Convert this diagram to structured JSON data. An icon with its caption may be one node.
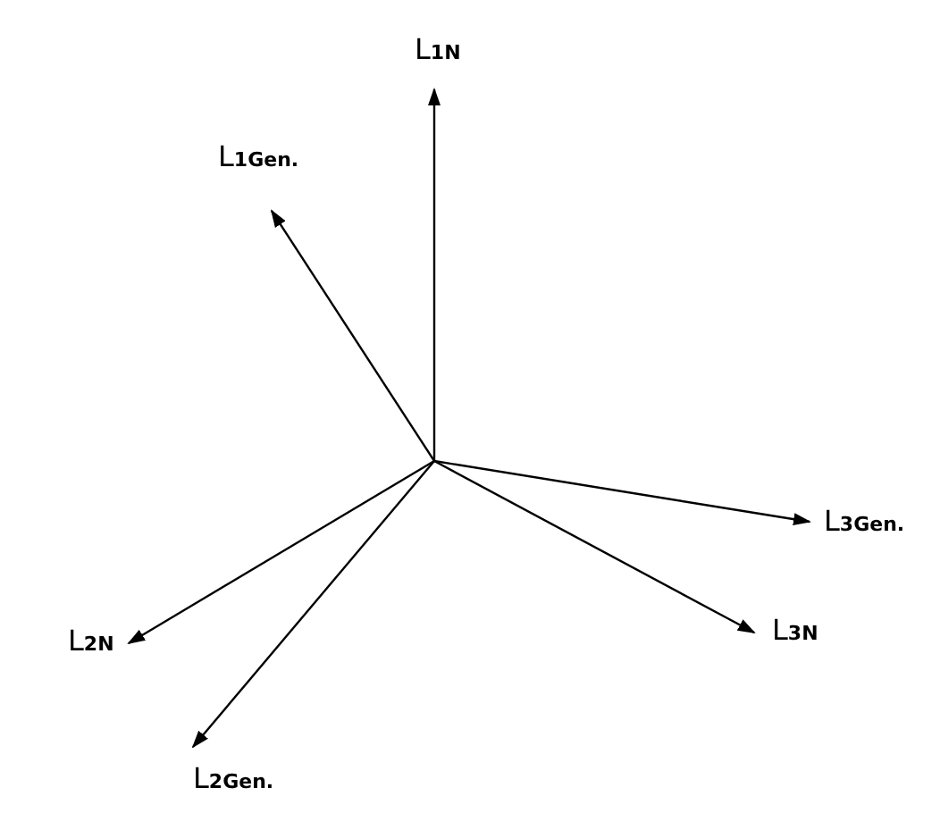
{
  "diagram": {
    "labels": [
      "L$_{1Gen.}$",
      "L$_{1N}$",
      "L$_{3Gen.}$",
      "L$_{2N}$",
      "L$_{3N}$",
      "L$_{2Gen.}$"
    ]
  }
}
